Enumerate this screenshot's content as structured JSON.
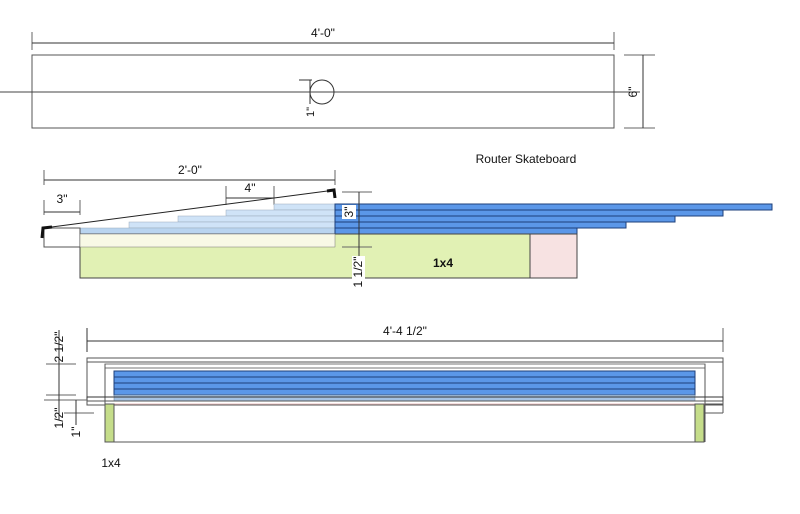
{
  "title": "Router Skateboard",
  "colors": {
    "board_blue": "#5b97e8",
    "board_blue_dark": "#1e3f7a",
    "light_blue_1": "#cfe3f7",
    "light_blue_2": "#b9d4ef",
    "cream": "#f8f9e6",
    "green": "#e1f1b4",
    "green_end": "#c5dd8a",
    "pink": "#f7e2e2",
    "line": "#333333"
  },
  "top_view": {
    "length_label": "4'-0\"",
    "width_label": "6\"",
    "hole_label": "1\""
  },
  "side_view": {
    "overall_label": "2'-0\"",
    "step_label": "4\"",
    "start_label": "3\"",
    "stack_height_label": "3\"",
    "base_height_label": "1 1/2\"",
    "base_label": "1x4"
  },
  "end_view": {
    "overall_label": "4'-4 1/2\"",
    "height_label": "2 1/2\"",
    "gap_label": "1/2\"",
    "rail_label": "1\"",
    "rail_board_label": "1x4"
  }
}
